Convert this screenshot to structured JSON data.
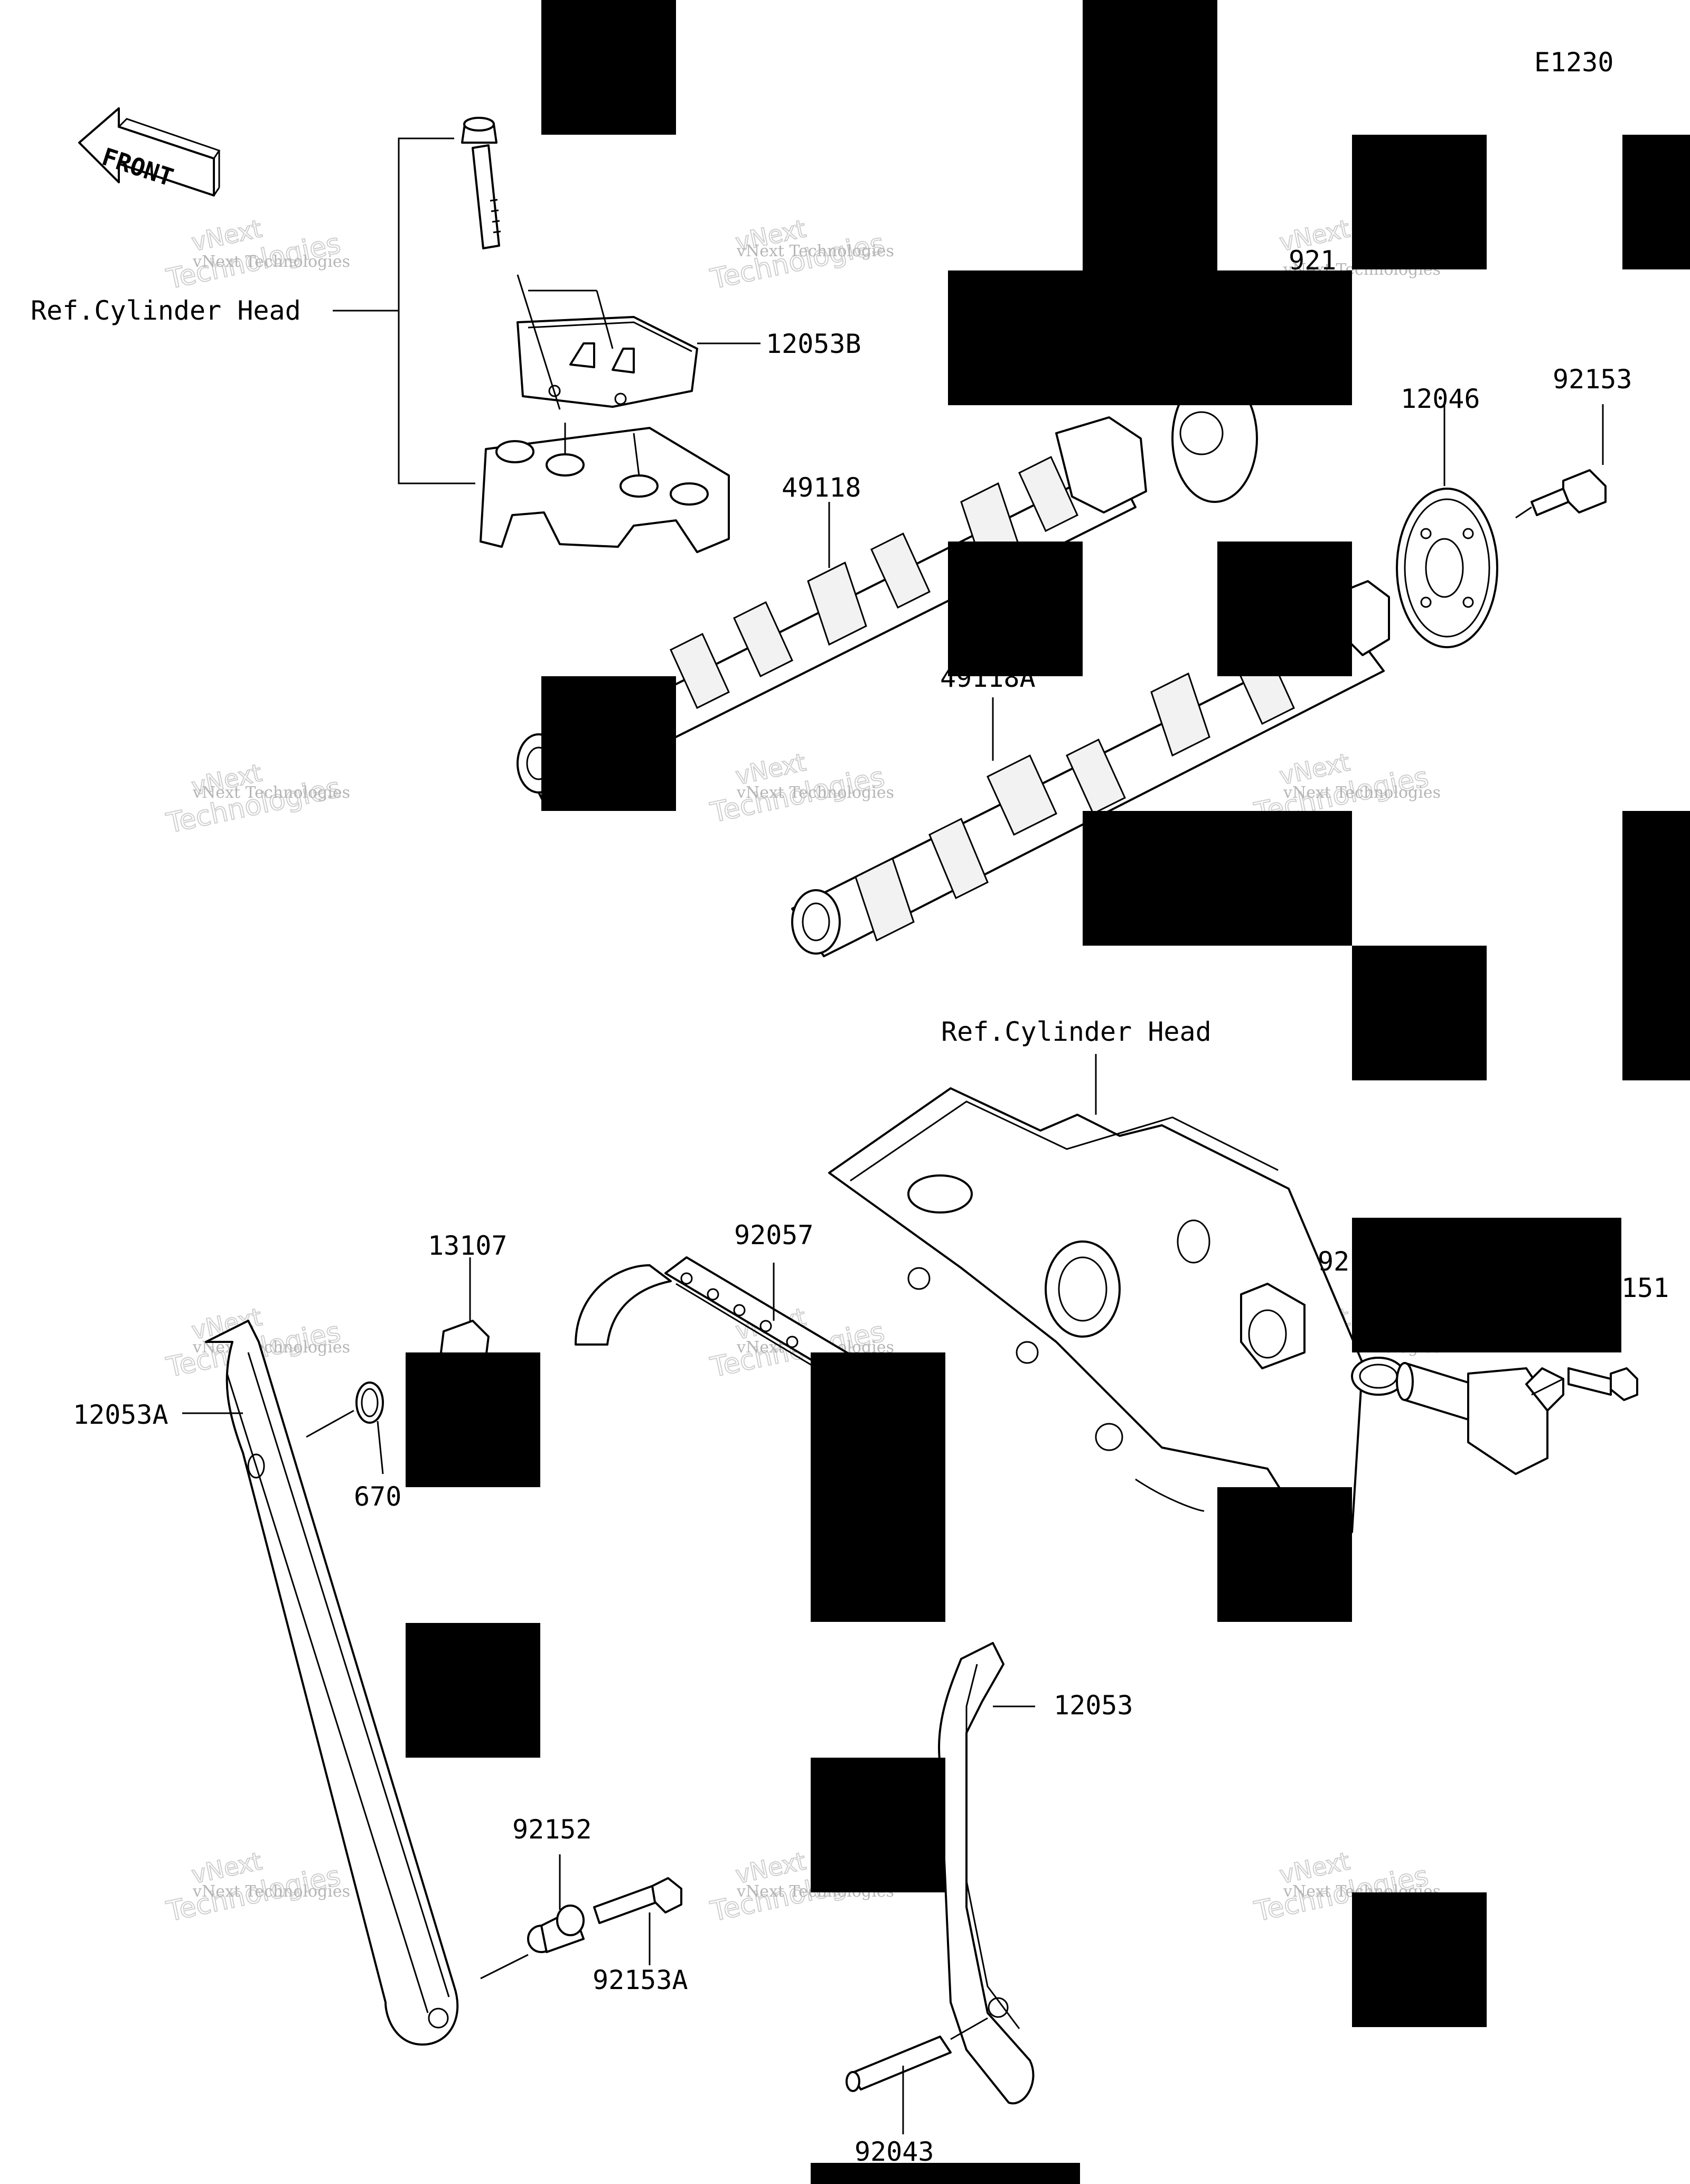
{
  "diagram": {
    "code": "E1230",
    "front_label": "FRONT",
    "ref_cylinder_head_1": "Ref.Cylinder Head",
    "ref_cylinder_head_2": "Ref.Cylinder Head",
    "parts": {
      "p12053B": "12053B",
      "p49118": "49118",
      "p12046": "12046",
      "p92153": "92153",
      "p49118A": "49118A",
      "p13107": "13107",
      "p92057": "92057",
      "p12053A": "12053A",
      "p670": "670",
      "p151": "151",
      "p92_partial": "92",
      "p92_top_partial": "921",
      "p12053": "12053",
      "p92152": "92152",
      "p92153A": "92153A",
      "p92043": "92043"
    },
    "watermark": {
      "line1": "vNext Technologies",
      "line2": "Technologies",
      "line3": "vNext"
    }
  }
}
